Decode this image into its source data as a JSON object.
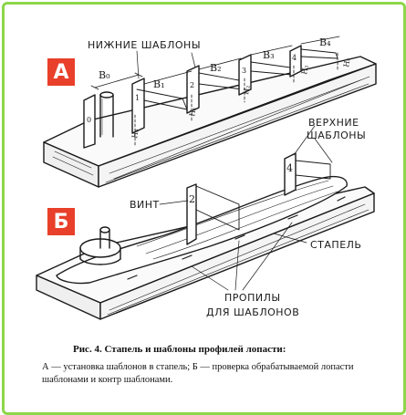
{
  "labels": {
    "panel_a": "А",
    "panel_b": "Б",
    "lower_templates": "НИЖНИЕ ШАБЛОНЫ",
    "upper_templates_1": "ВЕРХНИЕ",
    "upper_templates_2": "ШАБЛОНЫ",
    "screw": "ВИНТ",
    "slipway": "СТАПЕЛЬ",
    "cuts_1": "ПРОПИЛЫ",
    "cuts_2": "ДЛЯ ШАБЛОНОВ"
  },
  "dimensions": {
    "b0": "B₀",
    "b1": "B₁",
    "b2": "B₂",
    "b3": "B₃",
    "b4": "B₄",
    "h0": "H₀",
    "h1": "H₁",
    "h2": "H₂",
    "h3": "H₃",
    "h4": "H₄"
  },
  "template_numbers": {
    "a0": "0",
    "a1": "1",
    "a2": "2",
    "a3": "3",
    "a4": "4",
    "b2": "2",
    "b4": "4"
  },
  "caption": {
    "title": "Рис. 4. Стапель и шаблоны профилей лопасти:",
    "body": "А — установка шаблонов в стапель; Б — проверка обрабатываемой лопасти шаблонами и контр шаблонами."
  },
  "colors": {
    "frame": "#8ed64a",
    "panel_badge": "#e8402a",
    "ink": "#1a1a1a"
  }
}
